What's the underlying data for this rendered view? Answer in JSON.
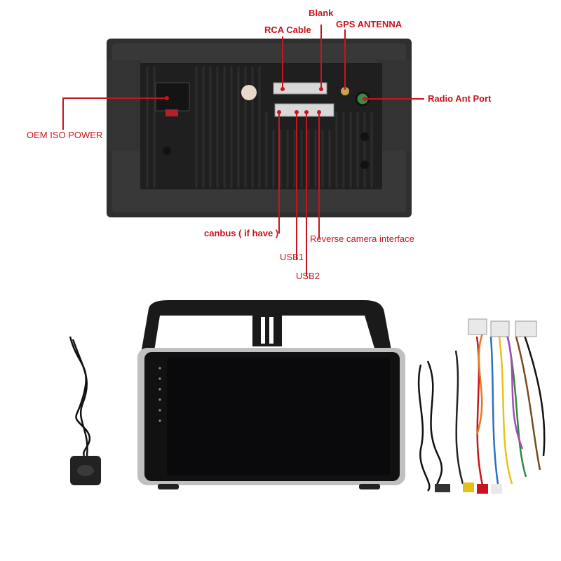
{
  "labels": {
    "blank": "Blank",
    "rca_cable": "RCA Cable",
    "gps_antenna": "GPS ANTENNA",
    "radio_ant_port": "Radio Ant Port",
    "oem_iso_power": "OEM ISO POWER",
    "canbus": "canbus ( if have )",
    "reverse_camera": "Reverse camera interface",
    "usb1": "USB1",
    "usb2": "USB2"
  },
  "colors": {
    "callout": "#c8141e",
    "panel": "#2b2b2b",
    "screen": "#0c0c0e",
    "bezel_silver": "#b9b9b9"
  }
}
